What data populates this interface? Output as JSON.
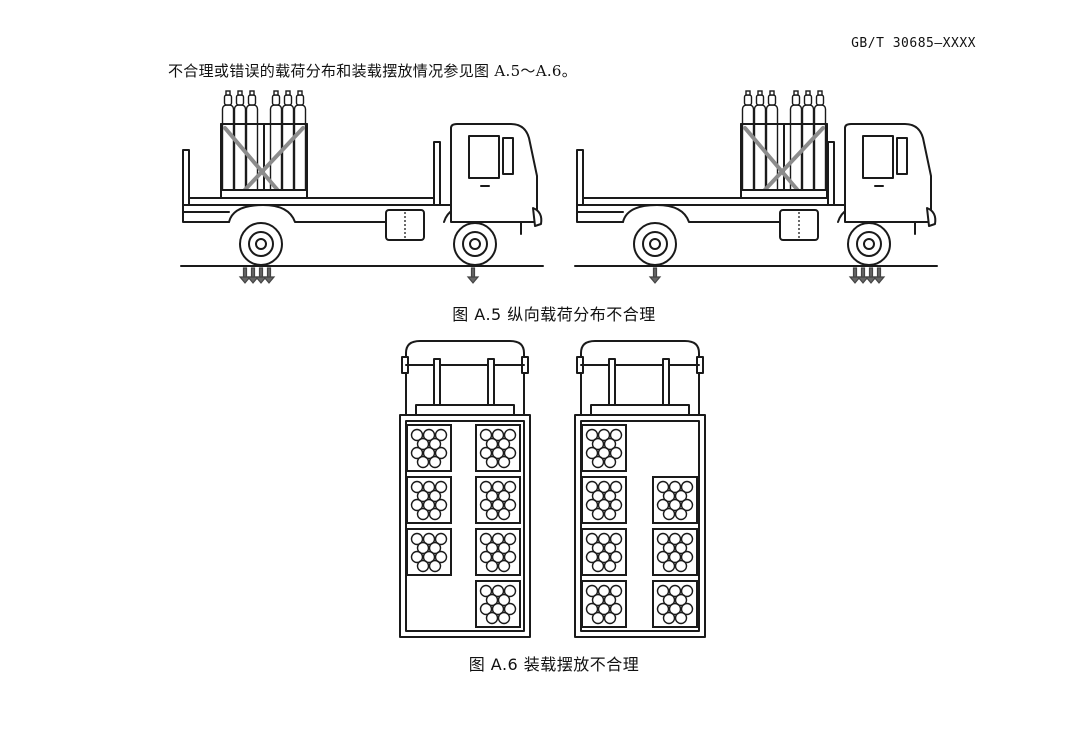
{
  "header": {
    "doc_code": "GB/T 30685—XXXX"
  },
  "body": {
    "intro": "不合理或错误的载荷分布和装载摆放情况参见图 A.5～A.6。"
  },
  "figures": [
    {
      "id": "A5",
      "caption": "图 A.5  纵向载荷分布不合理"
    },
    {
      "id": "A6",
      "caption": "图 A.6  装载摆放不合理"
    }
  ],
  "fig_a6": {
    "left_layout": {
      "left_column_packs": 3,
      "right_column_packs": 4
    },
    "right_layout": {
      "left_column_packs": 4,
      "right_column_packs": 3
    }
  }
}
